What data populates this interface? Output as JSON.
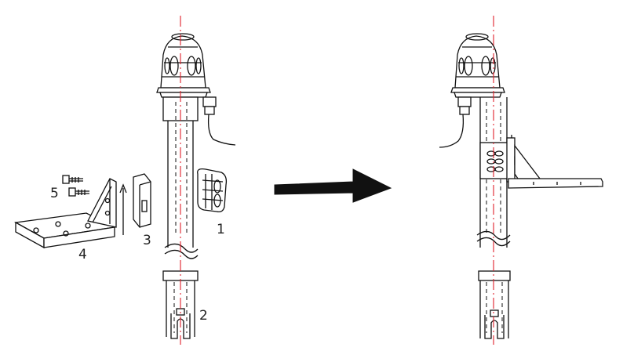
{
  "labels": {
    "bracket_clamp": "1",
    "pole": "2",
    "clamp_block": "3",
    "mount_plate": "4",
    "screws": "5"
  },
  "colors": {
    "line": "#111111",
    "center_axis": "#e0202a",
    "background": "#ffffff"
  },
  "icons": {
    "arrow": "right-arrow-icon"
  }
}
